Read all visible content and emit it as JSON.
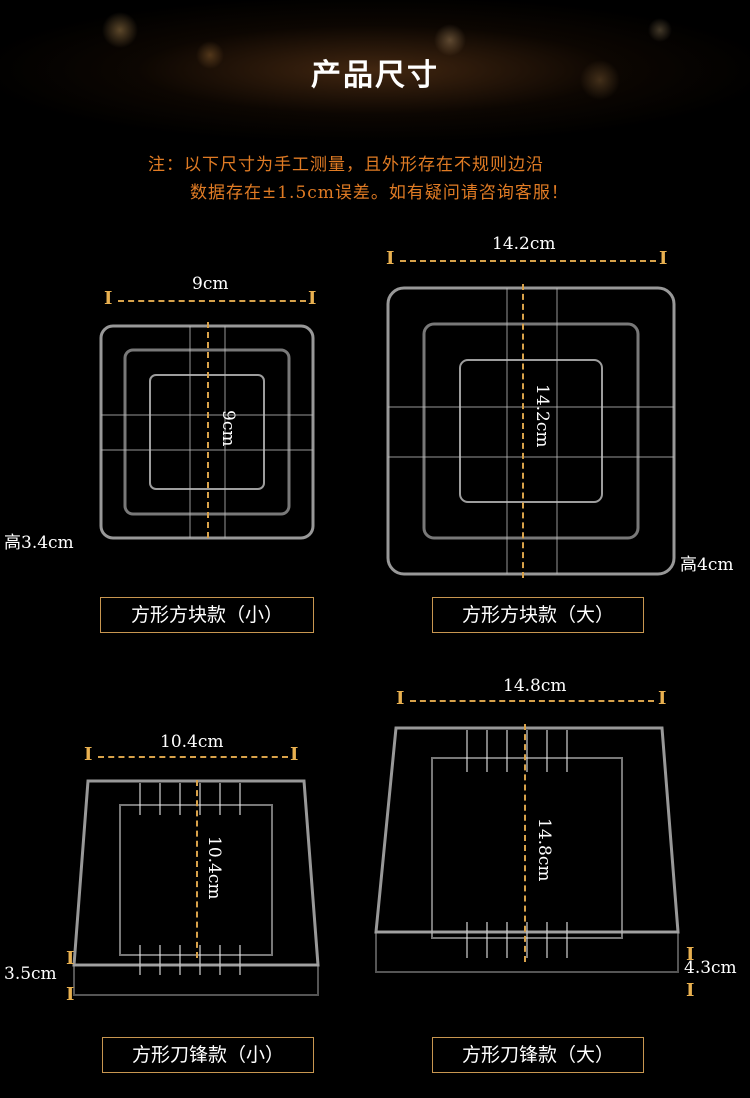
{
  "header": {
    "title": "产品尺寸"
  },
  "note": {
    "line1": "注：以下尺寸为手工测量，且外形存在不规则边沿",
    "line2": "数据存在±1.5cm误差。如有疑问请咨询客服！"
  },
  "products": [
    {
      "id": "p1",
      "width": "9cm",
      "depth": "9cm",
      "height": "高3.4cm",
      "label": "方形方块款（小）"
    },
    {
      "id": "p2",
      "width": "14.2cm",
      "depth": "14.2cm",
      "height": "高4cm",
      "label": "方形方块款（大）"
    },
    {
      "id": "p3",
      "width": "10.4cm",
      "depth": "10.4cm",
      "height": "3.5cm",
      "label": "方形刀锋款（小）"
    },
    {
      "id": "p4",
      "width": "14.8cm",
      "depth": "14.8cm",
      "height": "4.3cm",
      "label": "方形刀锋款（大）"
    }
  ],
  "caps": {
    "marker": "I"
  },
  "colors": {
    "background": "#000000",
    "note": "#e07b24",
    "dash": "#d8a24a",
    "label_border": "#c89650"
  }
}
